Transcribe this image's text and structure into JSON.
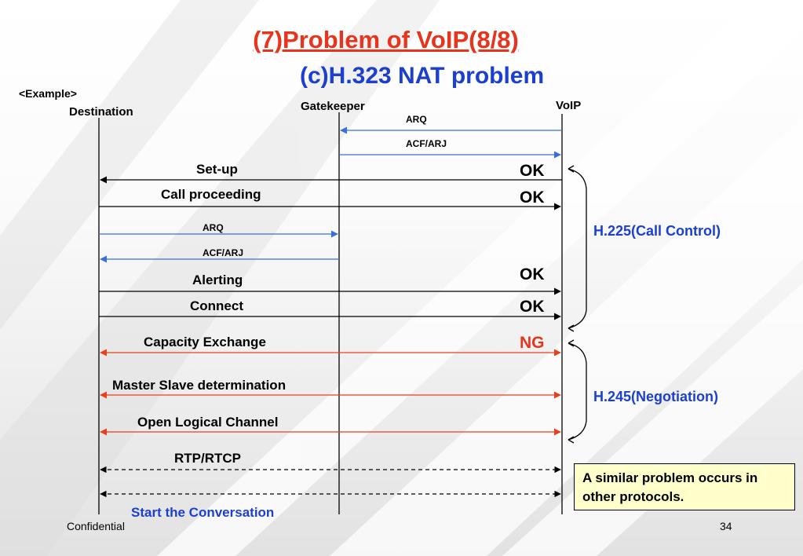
{
  "title": "(7)Problem of VoIP(8/8)",
  "subtitle": "(c)H.323 NAT problem",
  "example_label": "<Example>",
  "entities": {
    "destination": "Destination",
    "gatekeeper": "Gatekeeper",
    "voip": "VoIP"
  },
  "messages": {
    "arq_top": "ARQ",
    "acf_arj_top": "ACF/ARJ",
    "setup": "Set-up",
    "call_proceeding": "Call proceeding",
    "arq_mid": "ARQ",
    "acf_arj_mid": "ACF/ARJ",
    "alerting": "Alerting",
    "connect": "Connect",
    "capacity_exchange": "Capacity Exchange",
    "master_slave": "Master Slave determination",
    "open_logical_channel": "Open Logical Channel",
    "rtp_rtcp": "RTP/RTCP",
    "start_conversation": "Start the Conversation"
  },
  "status": {
    "setup": "OK",
    "call_proceeding": "OK",
    "alerting": "OK",
    "connect": "OK",
    "capacity_exchange": "NG"
  },
  "brackets": {
    "h225": "H.225(Call Control)",
    "h245": "H.245(Negotiation)"
  },
  "note": "A similar problem occurs in other protocols.",
  "footer": {
    "confidential": "Confidential",
    "page_number": "34"
  },
  "colors": {
    "title": "#e8341c",
    "subtitle": "#1a3fd1",
    "ras_arrow": "#3a6fd8",
    "h245_arrow": "#e8401c",
    "note_bg": "#ffffcc"
  }
}
